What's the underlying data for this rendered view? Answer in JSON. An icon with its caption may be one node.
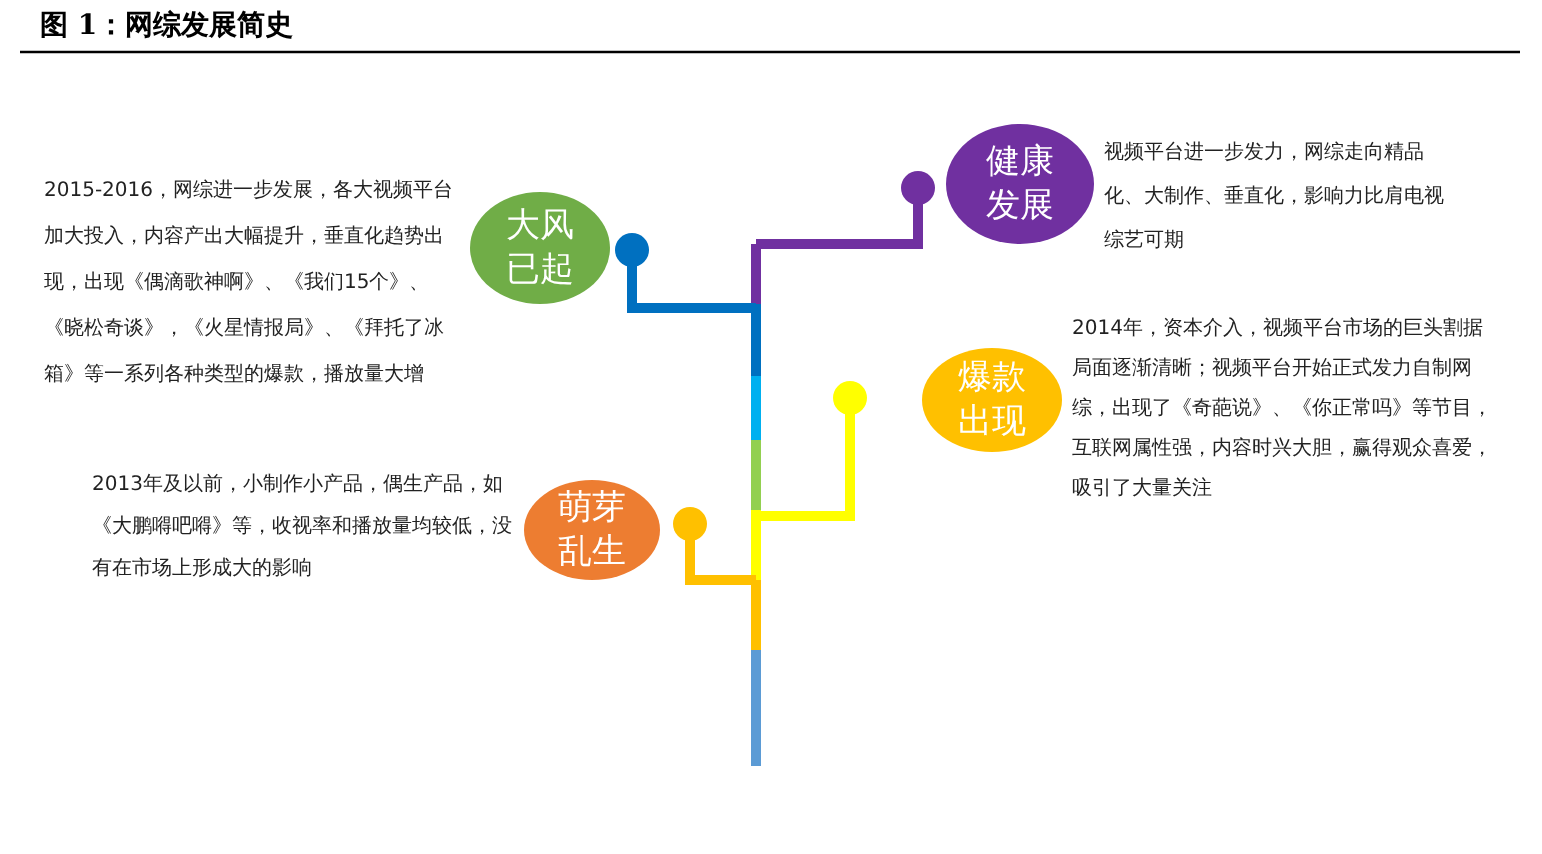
{
  "diagram": {
    "title": "图 1：网综发展简史",
    "nodes": [
      {
        "text": [
          "大风已起"
        ],
        "beside": [
          "2015-2016，网综进一步发展，各大视频平台加大投入，内容产出大幅提升，垂直化趋势出现，出现《偶滴歌神啊》、《我们15个》、《晓松奇谈》，《火星情报局》、《拜托了冰箱》等一系列各种类型的爆款，播放量大增"
        ]
      },
      {
        "text": [
          "健康发展"
        ],
        "beside": [
          "视频平台进一步发力，网综走向精品化、大制作、垂直化，影响力比肩电视综艺可期"
        ]
      },
      {
        "text": [
          "爆款出现"
        ],
        "beside": [
          "2014年，资本介入，视频平台市场的巨头割据局面逐渐清晰；视频平台开始正式发力自制网综，出现了《奇葩说》、《你正常吗》等节目，互联网属性强，内容时兴大胆，赢得观众喜爱，吸引了大量关注"
        ]
      },
      {
        "text": [
          "萌芽乱生"
        ],
        "beside": [
          "2013年及以前，小制作小产品，偶生产品，如《大鹏嘚吧嘚》等，收视率和播放量均较低，没有在市场上形成大的影响"
        ]
      }
    ]
  }
}
